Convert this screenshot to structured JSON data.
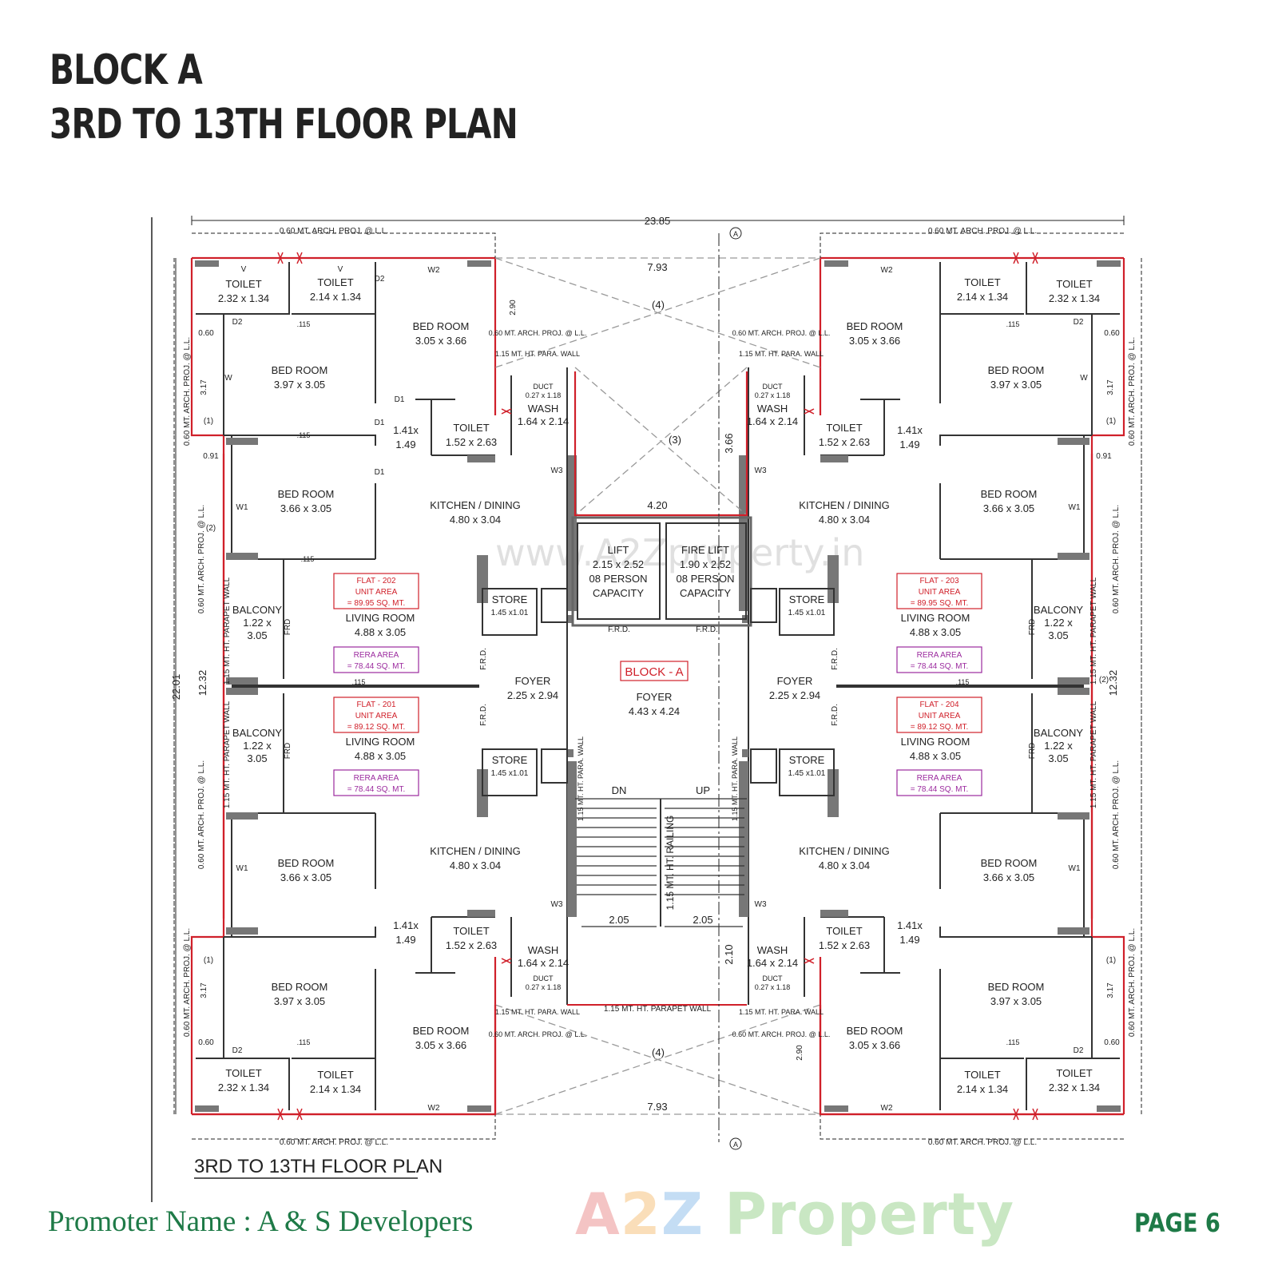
{
  "header": {
    "line1": "BLOCK A",
    "line2": "3RD TO 13TH FLOOR PLAN"
  },
  "plan_caption": "3RD TO 13TH FLOOR PLAN",
  "block_label": "BLOCK - A",
  "dimensions": {
    "overall_width": "23.85",
    "overall_depth": "22.01",
    "center_span": "7.93",
    "lobby_width": "4.20",
    "lobby_depth": "3.66",
    "side_span": "12.32",
    "stair_w1": "2.05",
    "stair_w2": "2.05",
    "stair_depth": "2.10",
    "proj_offset": "0.60",
    "side_depth": "3.17",
    "small_gap": "0.91",
    "notch_depth": "2.90",
    "wall": ".115"
  },
  "notes": {
    "arch_proj": "0.60 MT. ARCH. PROJ. @ L.L.",
    "parapet_wall": "1.15 MT. HT. PARAPET WALL",
    "para_wall": "1.15 MT. HT. PARA. WALL",
    "railing": "1.15 MT. HT. RAILING",
    "dn": "DN",
    "up": "UP",
    "section_mark": "A",
    "cutout_3": "(3)",
    "cutout_4": "(4)",
    "cutout_1": "(1)",
    "cutout_2": "(2)"
  },
  "core": {
    "lift": {
      "name": "LIFT",
      "size": "2.15 x 2.52",
      "cap1": "08 PERSON",
      "cap2": "CAPACITY"
    },
    "fire_lift": {
      "name": "FIRE LIFT",
      "size": "1.90 x 2.52",
      "cap1": "08 PERSON",
      "cap2": "CAPACITY"
    },
    "frd": "F.R.D.",
    "foyer": {
      "name": "FOYER",
      "size": "4.43 x 4.24"
    },
    "side_foyer": {
      "name": "FOYER",
      "size": "2.25 x 2.94"
    },
    "store": {
      "name": "STORE",
      "size": "1.45 x1.01"
    },
    "duct": {
      "name": "DUCT",
      "size": "0.27 x 1.18"
    },
    "wash": {
      "name": "WASH",
      "size": "1.64 x 2.14"
    }
  },
  "rooms": {
    "toilet_a": {
      "name": "TOILET",
      "size": "2.32 x 1.34"
    },
    "toilet_b": {
      "name": "TOILET",
      "size": "2.14 x 1.34"
    },
    "toilet_c": {
      "name": "TOILET",
      "size": "1.52 x 2.63"
    },
    "bed_a": {
      "name": "BED ROOM",
      "size": "3.97 x 3.05"
    },
    "bed_b": {
      "name": "BED ROOM",
      "size": "3.05 x 3.66"
    },
    "bed_c": {
      "name": "BED ROOM",
      "size": "3.66 x 3.05"
    },
    "kitchen": {
      "name": "KITCHEN / DINING",
      "size": "4.80 x 3.04"
    },
    "living": {
      "name": "LIVING ROOM",
      "size": "4.88 x 3.05"
    },
    "balcony": {
      "name": "BALCONY",
      "size1": "1.22 x",
      "size2": "3.05"
    },
    "passage": {
      "l1": "1.41x",
      "l2": "1.49"
    }
  },
  "flats": [
    {
      "name": "FLAT - 202",
      "unit": "UNIT AREA",
      "area": "= 89.95 SQ. MT.",
      "rera": "RERA AREA",
      "rera_area": "= 78.44 SQ. MT."
    },
    {
      "name": "FLAT - 201",
      "unit": "UNIT AREA",
      "area": "= 89.12 SQ. MT.",
      "rera": "RERA AREA",
      "rera_area": "= 78.44 SQ. MT."
    },
    {
      "name": "FLAT - 203",
      "unit": "UNIT AREA",
      "area": "= 89.95 SQ. MT.",
      "rera": "RERA AREA",
      "rera_area": "= 78.44 SQ. MT."
    },
    {
      "name": "FLAT - 204",
      "unit": "UNIT AREA",
      "area": "= 89.12 SQ. MT.",
      "rera": "RERA AREA",
      "rera_area": "= 78.44 SQ. MT."
    }
  ],
  "openings": {
    "d1": "D1",
    "d2": "D2",
    "w": "W",
    "w1": "W1",
    "w2": "W2",
    "w3": "W3",
    "v": "V",
    "frd": "FRD"
  },
  "watermark": {
    "site": "www.A2Zproperty.in",
    "brand_a": "A",
    "brand_2": "2",
    "brand_z": "Z",
    "brand_rest": " Property"
  },
  "footer": {
    "promoter": "Promoter Name : A & S Developers",
    "page": "PAGE 6"
  },
  "colors": {
    "wall_red": "#d0202a",
    "footer_green": "#1e7a47",
    "flat_label": "#d0202a",
    "rera_label": "#9b2a9e"
  }
}
